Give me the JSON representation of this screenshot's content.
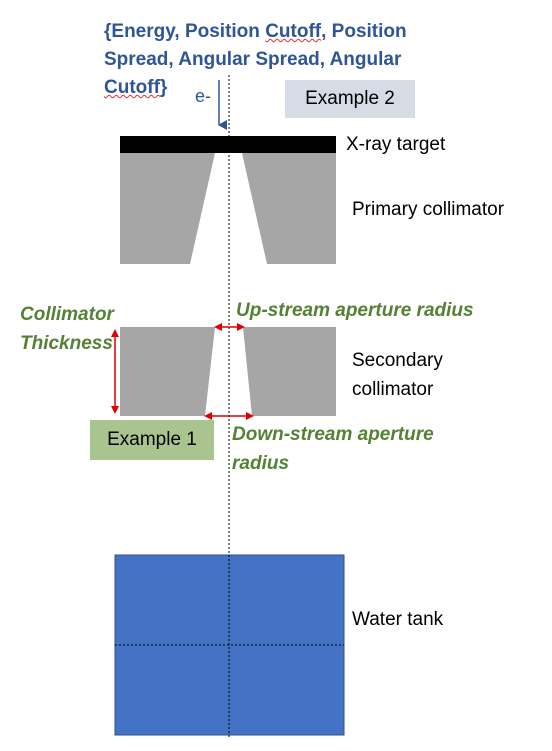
{
  "params_text": {
    "line1": "{Energy, Position ",
    "line1_sq": "Cutoff",
    "line1_end": ", Position",
    "line2": "Spread, Angular Spread, Angular",
    "line3_sq": "Cutoff",
    "line3_end": "}"
  },
  "beam_label": "e-",
  "example2": "Example 2",
  "example1": "Example 1",
  "labels": {
    "target": "X-ray target",
    "primary": "Primary collimator",
    "secondary_line1": "Secondary",
    "secondary_line2": "collimator",
    "water": "Water tank"
  },
  "annotations": {
    "thickness_line1": "Collimator",
    "thickness_line2": "Thickness",
    "upstream": "Up-stream aperture radius",
    "downstream_line1": "Down-stream aperture",
    "downstream_line2": "radius"
  },
  "colors": {
    "param_text": "#2f5597",
    "annotation_text": "#548235",
    "arrow": "#e00000",
    "collimator": "#a6a6a6",
    "target": "#000000",
    "water": "#4472c4"
  }
}
